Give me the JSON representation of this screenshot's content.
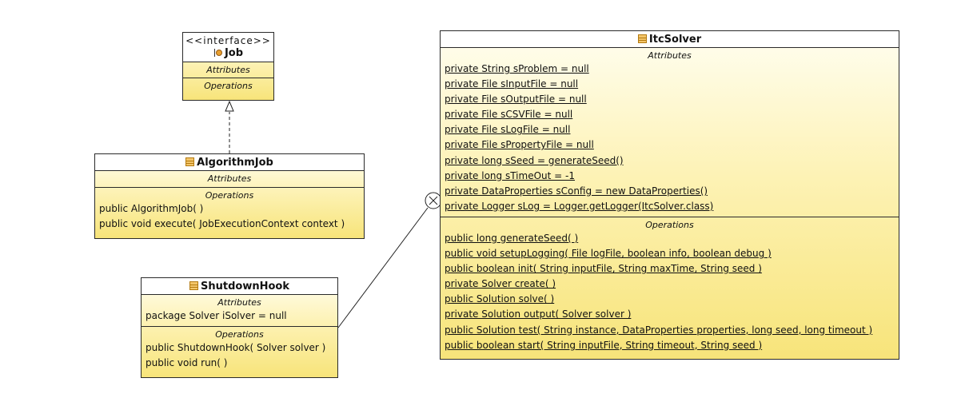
{
  "job": {
    "stereotype": "<<interface>>",
    "name": "Job",
    "attributes_title": "Attributes",
    "operations_title": "Operations"
  },
  "algorithm_job": {
    "name": "AlgorithmJob",
    "attributes_title": "Attributes",
    "operations_title": "Operations",
    "operations": [
      "public AlgorithmJob(  )",
      "public void  execute( JobExecutionContext context )"
    ]
  },
  "shutdown_hook": {
    "name": "ShutdownHook",
    "attributes_title": "Attributes",
    "attributes": [
      "package Solver iSolver = null"
    ],
    "operations_title": "Operations",
    "operations": [
      "public ShutdownHook( Solver solver )",
      "public void  run(  )"
    ]
  },
  "itc_solver": {
    "name": "ItcSolver",
    "attributes_title": "Attributes",
    "attributes": [
      "private String sProblem = null",
      "private File sInputFile = null",
      "private File sOutputFile = null",
      "private File sCSVFile = null",
      "private File sLogFile = null",
      "private File sPropertyFile = null",
      "private long sSeed = generateSeed()",
      "private long sTimeOut = -1",
      "private DataProperties sConfig = new DataProperties()",
      "private Logger sLog = Logger.getLogger(ItcSolver.class)"
    ],
    "operations_title": "Operations",
    "operations": [
      "public long  generateSeed(  )",
      "public void  setupLogging( File logFile, boolean info, boolean debug )",
      "public boolean  init( String inputFile, String maxTime, String seed )",
      "private Solver  create(  )",
      "public Solution  solve(  )",
      "private Solution  output( Solver solver )",
      "public Solution  test( String instance, DataProperties properties, long seed, long timeout )",
      "public boolean  start( String inputFile, String timeout, String seed )"
    ]
  },
  "colors": {
    "box_top": "#fffef0",
    "box_bottom": "#f7e47a",
    "border": "#2a2a2a"
  }
}
